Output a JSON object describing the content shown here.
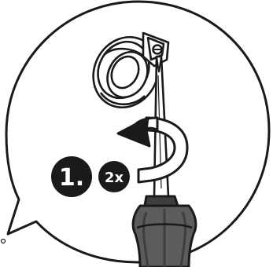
{
  "instruction": {
    "step_number": "1.",
    "repeat_count": "2x",
    "rotation_direction": "counter-clockwise"
  },
  "colors": {
    "stroke": "#1a1a1a",
    "badge_fill": "#1a1a1a",
    "badge_text": "#ffffff",
    "handle_fill": "#5c5c5c",
    "handle_shade": "#3e3e3e",
    "background": "#ffffff"
  },
  "icons": {
    "callout": "speech-bubble-callout",
    "clamp": "hose-clamp-icon",
    "tool": "screwdriver-icon",
    "motion": "rotate-arrow-icon"
  }
}
